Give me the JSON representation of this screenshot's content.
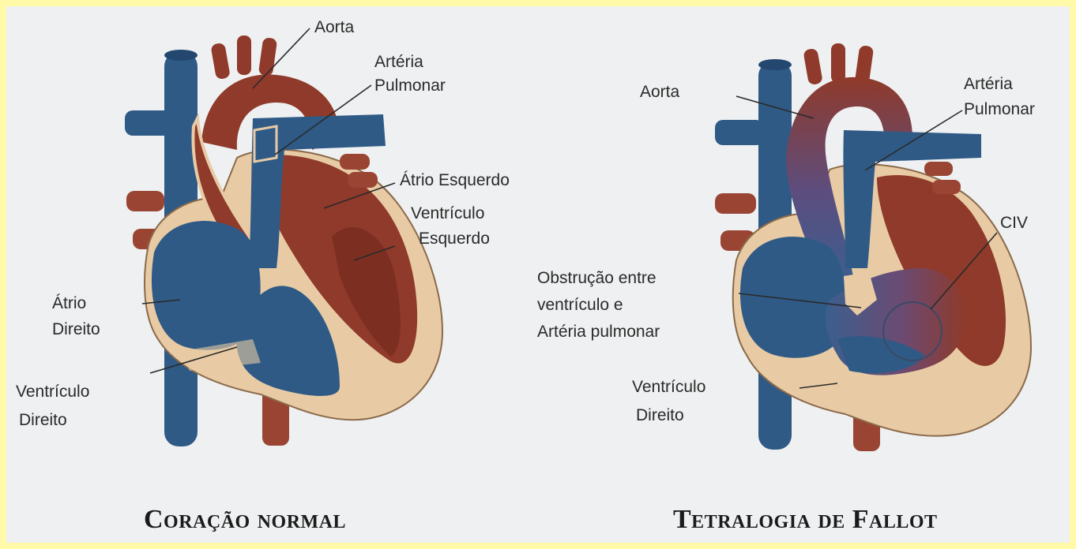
{
  "colors": {
    "background_frame": "#fff9a8",
    "panel": "#eef0f1",
    "artery_red": "#8f3a2a",
    "vein_blue": "#2f5a86",
    "pericardium_tan": "#e8cba5"
  },
  "normal": {
    "caption": "Coração normal",
    "labels": {
      "aorta": "Aorta",
      "arteria_pulmonar_1": "Artéria",
      "arteria_pulmonar_2": "Pulmonar",
      "atrio_esquerdo": "Átrio Esquerdo",
      "ventriculo_esquerdo_1": "Ventrículo",
      "ventriculo_esquerdo_2": "Esquerdo",
      "atrio_direito_1": "Átrio",
      "atrio_direito_2": "Direito",
      "ventriculo_direito_1": "Ventrículo",
      "ventriculo_direito_2": "Direito"
    }
  },
  "fallot": {
    "caption": "Tetralogia de Fallot",
    "labels": {
      "aorta": "Aorta",
      "arteria_pulmonar_1": "Artéria",
      "arteria_pulmonar_2": "Pulmonar",
      "civ": "CIV",
      "obstrucao_1": "Obstrução entre",
      "obstrucao_2": "ventrículo e",
      "obstrucao_3": "Artéria pulmonar",
      "ventriculo_direito_1": "Ventrículo",
      "ventriculo_direito_2": "Direito"
    }
  }
}
